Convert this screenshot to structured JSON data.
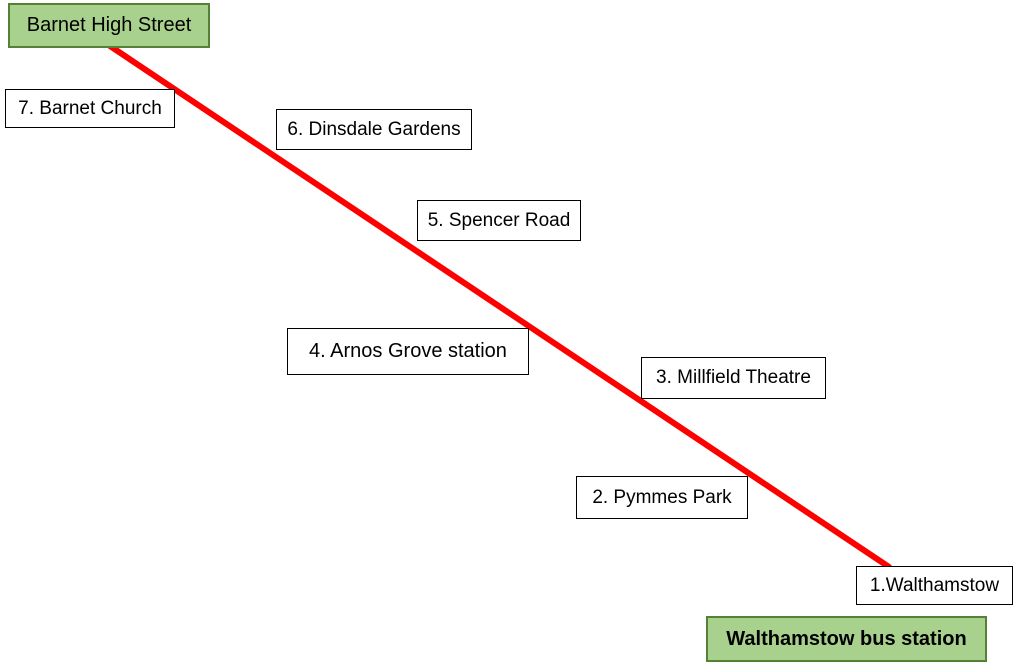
{
  "diagram": {
    "termini": [
      {
        "label": "Barnet High Street"
      },
      {
        "label": "Walthamstow bus station"
      }
    ],
    "stops": [
      {
        "label": "7. Barnet Church"
      },
      {
        "label": "6. Dinsdale Gardens"
      },
      {
        "label": "5. Spencer Road"
      },
      {
        "label": "4. Arnos Grove station"
      },
      {
        "label": "3. Millfield Theatre"
      },
      {
        "label": "2. Pymmes Park"
      },
      {
        "label": "1.Walthamstow"
      }
    ],
    "colors": {
      "route_line": "#FF0000",
      "terminus_fill": "#A9D18E",
      "terminus_border": "#538135",
      "stop_fill": "#FFFFFF",
      "stop_border": "#000000"
    }
  }
}
